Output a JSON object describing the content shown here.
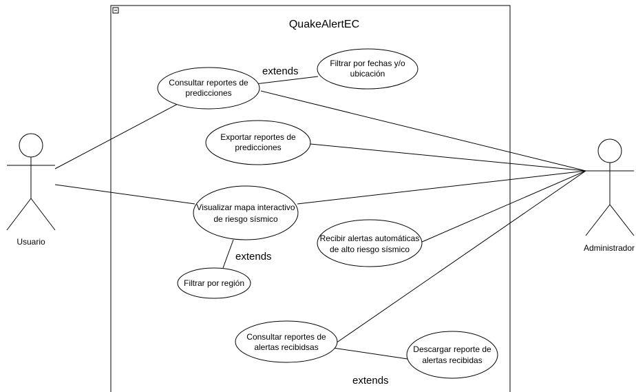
{
  "system": {
    "title": "QuakeAlertEC"
  },
  "actors": {
    "usuario": "Usuario",
    "administrador": "Administrador"
  },
  "use_cases": {
    "consultar_predicciones": [
      "Consultar reportes de",
      "predicciones"
    ],
    "filtrar_fechas": [
      "Filtrar por fechas y/o",
      "ubicación"
    ],
    "exportar": [
      "Exportar reportes de",
      "predicciones"
    ],
    "visualizar_mapa": [
      "Visualizar mapa interactivo",
      "de riesgo sísmico"
    ],
    "recibir_alertas": [
      "Recibir alertas automáticas",
      "de alto riesgo sísmico"
    ],
    "filtrar_region": [
      "Filtrar por región"
    ],
    "consultar_alertas": [
      "Consultar reportes de",
      "alertas recibidsas"
    ],
    "descargar_reporte": [
      "Descargar reporte de",
      "alertas recibidas"
    ]
  },
  "extends_labels": {
    "top": "extends",
    "middle": "extends",
    "bottom": "extends"
  }
}
